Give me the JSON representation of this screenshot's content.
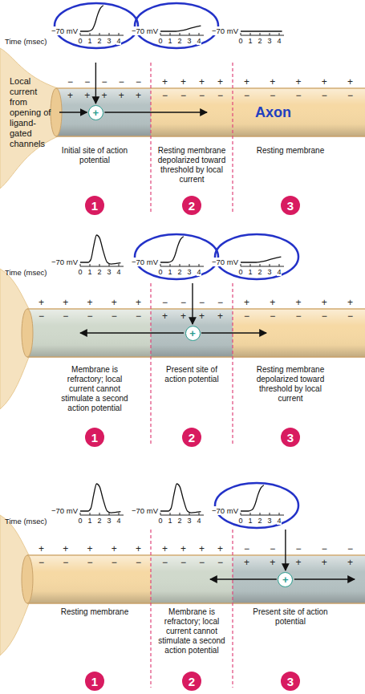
{
  "diagram": {
    "nodes": [
      {
        "text": [
          "+"
        ]
      },
      {
        "text": [
          "1"
        ]
      },
      {
        "text": [
          "2"
        ]
      },
      {
        "text": [
          "3"
        ]
      },
      {
        "text": [
          "+"
        ]
      },
      {
        "text": [
          "1"
        ]
      },
      {
        "text": [
          "2"
        ]
      },
      {
        "text": [
          "3"
        ]
      },
      {
        "text": [
          "+"
        ]
      },
      {
        "text": [
          "1"
        ]
      },
      {
        "text": [
          "2"
        ]
      },
      {
        "text": [
          "3"
        ]
      }
    ],
    "labels": [
      "−70 mV",
      "0",
      "1",
      "2",
      "3",
      "4",
      "−70 mV",
      "0",
      "1",
      "2",
      "3",
      "4",
      "−70 mV",
      "0",
      "1",
      "2",
      "3",
      "4",
      "Time (msec)",
      "− − − − −",
      "+ + + +",
      "+ + + + +",
      "+ + + + +",
      "− − − −",
      "− − − − −",
      "Initial site of action potential",
      "Resting membrane depolarized toward threshold by local current",
      "Resting membrane",
      "−70 mV",
      "0",
      "1",
      "2",
      "3",
      "4",
      "−70 mV",
      "0",
      "1",
      "2",
      "3",
      "4",
      "−70 mV",
      "0",
      "1",
      "2",
      "3",
      "4",
      "Time (msec)",
      "+ + + + +",
      "− − − −",
      "+ + + + +",
      "− − − − −",
      "+ + + +",
      "− − − − −",
      "Membrane is refractory; local current cannot stimulate a second action potential",
      "Present site of action potential",
      "Resting membrane depolarized toward threshold by local current",
      "−70 mV",
      "0",
      "1",
      "2",
      "3",
      "4",
      "−70 mV",
      "0",
      "1",
      "2",
      "3",
      "4",
      "−70 mV",
      "0",
      "1",
      "2",
      "3",
      "4",
      "Time (msec)",
      "+ + + + +",
      "+ + + +",
      "− − − − −",
      "− − − − −",
      "− − − −",
      "+ + + + +",
      "Resting membrane",
      "Membrane is refractory; local current cannot stimulate a second action potential",
      "Present site of action potential",
      "Local current from opening of ligand-gated channels",
      "Axon"
    ]
  }
}
